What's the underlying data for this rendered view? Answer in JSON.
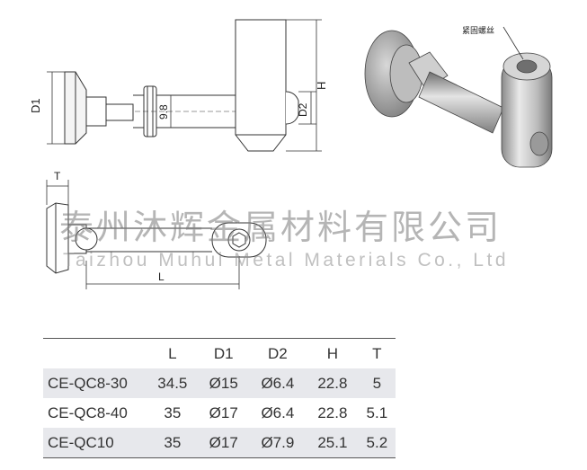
{
  "drawing": {
    "dim_labels": {
      "d1": "D1",
      "h": "H",
      "d2": "D2",
      "pin": "9.8",
      "t": "T",
      "l": "L"
    },
    "callout": "紧固螺丝"
  },
  "watermark": {
    "chinese": "泰州沐辉金属材料有限公司",
    "english": "Taizhou Muhui Metal Materials Co., Ltd"
  },
  "table": {
    "headers": [
      "",
      "L",
      "D1",
      "D2",
      "H",
      "T"
    ],
    "rows": [
      {
        "model": "CE-QC8-30",
        "L": "34.5",
        "D1": "Ø15",
        "D2": "Ø6.4",
        "H": "22.8",
        "T": "5"
      },
      {
        "model": "CE-QC8-40",
        "L": "35",
        "D1": "Ø17",
        "D2": "Ø6.4",
        "H": "22.8",
        "T": "5.1"
      },
      {
        "model": "CE-QC10",
        "L": "35",
        "D1": "Ø17",
        "D2": "Ø7.9",
        "H": "25.1",
        "T": "5.2"
      }
    ]
  }
}
